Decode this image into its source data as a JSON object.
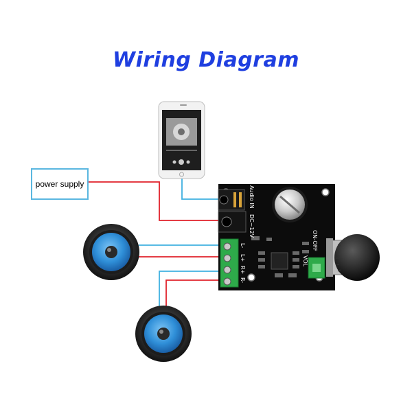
{
  "title": "Wiring Diagram",
  "power_supply": {
    "label": "power supply"
  },
  "board": {
    "audio_label": "Audio IN",
    "dc_label": "DC~12V",
    "terminal_labels": [
      "L-",
      "L+",
      "R+",
      "R-"
    ],
    "on_off_label": "ON-OFF",
    "vol_label": "VOL"
  },
  "colors": {
    "title": "#1f3fe0",
    "wire_red": "#e0202a",
    "wire_blue": "#3fb0e0",
    "board": "#0c0c0c",
    "terminal": "#2eaa4a",
    "speaker_cone": "#2f8fd8"
  }
}
